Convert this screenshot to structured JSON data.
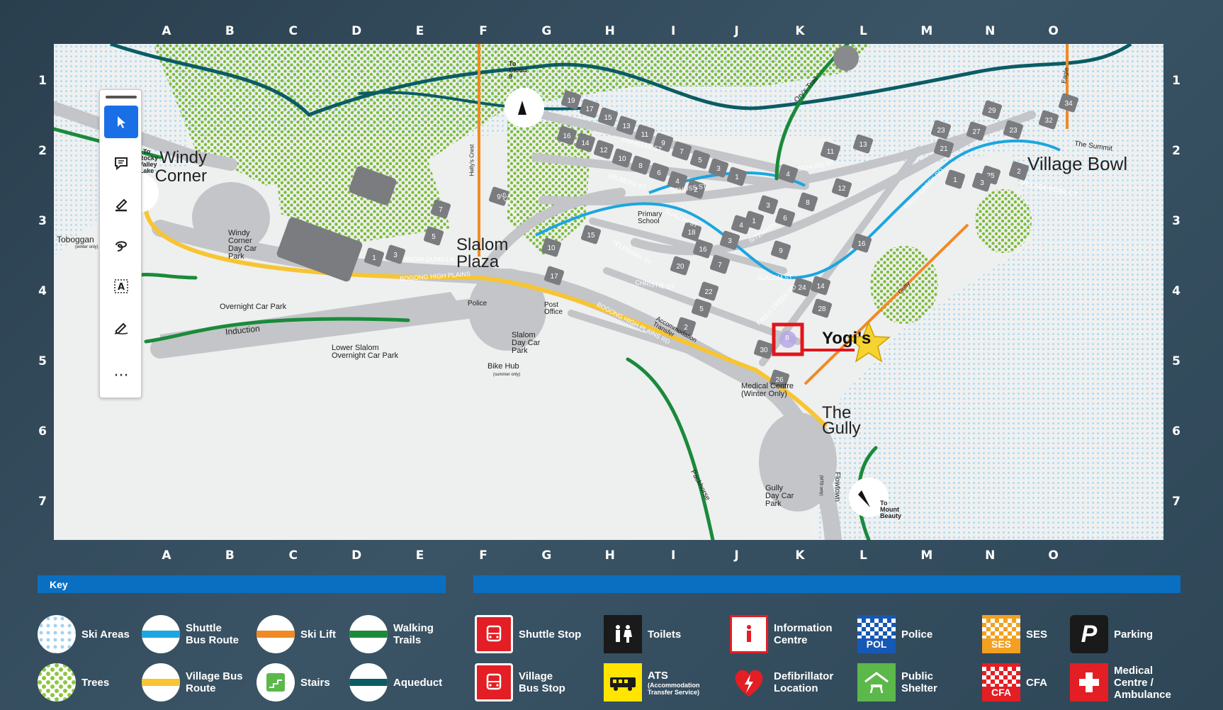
{
  "grid": {
    "columns": [
      "A",
      "B",
      "C",
      "D",
      "E",
      "F",
      "G",
      "H",
      "I",
      "J",
      "K",
      "L",
      "M",
      "N",
      "O"
    ],
    "rows": [
      "1",
      "2",
      "3",
      "4",
      "5",
      "6",
      "7"
    ]
  },
  "map": {
    "places": {
      "windy_corner": "Windy\nCorner",
      "slalom_plaza": "Slalom\nPlaza",
      "village_bowl": "Village Bowl",
      "the_gully": "The\nGully",
      "yogis": "Yogi's"
    },
    "labels": {
      "to_rocky_valley_lake": "To\nRocky\nValley\nLake",
      "to_cloud_9": "To\nCloud\n9",
      "to_mount_beauty": "To\nMount\nBeauty",
      "toboggan": "Toboggan",
      "toboggan_sub": "(winter only)",
      "windy_corner_car_park": "Windy\nCorner\nDay Car\nPark",
      "overnight_car_park": "Overnight Car Park",
      "induction": "Induction",
      "lower_slalom": "Lower Slalom\nOvernight Car Park",
      "slalom_day_car_park": "Slalom\nDay Car\nPark",
      "bike_hub": "Bike Hub",
      "bike_hub_sub": "(summer only)",
      "police": "Police",
      "post_office": "Post\nOffice",
      "primary_school": "Primary\nSchool",
      "accommodation_transfer": "Accommodation\nTransfer",
      "medical_centre": "Medical Centre\n(Winter Only)",
      "gully_day_car_park": "Gully\nDay Car\nPark",
      "packhorse": "Packhorse",
      "flowtown": "Flowtown",
      "flowtown_sub": "(MTB only)",
      "orys_trail": "Ory's Trail",
      "the_summit": "The Summit",
      "eagle": "Eagle",
      "gully": "Gully",
      "hellys_crest": "Helly's Crest",
      "parallel_st": "PARALLEL ST",
      "arlberg_st": "ARLBERG ST",
      "schuss_st": "SCHUSS ST",
      "slalom_st": "SLALOM ST",
      "telemark_st": "TELEMARK ST",
      "christie_st": "CHRISTIE ST",
      "sitzmark": "SITZMARK",
      "falls_creek_rd": "FALLS CREEK RD",
      "village_bowl_ct": "VILLAGE BOWL CT",
      "snow_gums_ln": "SNOW GUMS LN",
      "bogong_high_plains": "BOGONG HIGH PLAINS",
      "bogong_high_plains_rd": "BOGONG HIGH PLAINS RD"
    },
    "lot_numbers": [
      "19",
      "17",
      "15",
      "13",
      "11",
      "9",
      "7",
      "5",
      "3",
      "1",
      "16",
      "14",
      "12",
      "10",
      "8",
      "6",
      "4",
      "2",
      "23",
      "25",
      "7",
      "5",
      "3",
      "1",
      "4",
      "3",
      "1",
      "10",
      "9",
      "17",
      "15",
      "18",
      "16",
      "20",
      "22",
      "24",
      "28",
      "30",
      "26",
      "34",
      "32",
      "29",
      "27",
      "21",
      "13",
      "2",
      "3",
      "1",
      "6",
      "11",
      "12",
      "8",
      "9",
      "14",
      "16",
      "4",
      "3",
      "7",
      "5",
      "2",
      "23"
    ],
    "selection_lot": "8",
    "colors": {
      "ski_area_dots": "#9fd3ef",
      "trees": "#8cc63f",
      "walking_trail": "#1a8a3a",
      "aqueduct": "#0b5c63",
      "shuttle_route": "#1ba6e0",
      "village_bus": "#f7c531",
      "ski_lift": "#f08a24",
      "lot": "#7a7c7f",
      "road": "#c7c9cb",
      "highlight": "#e3141b"
    }
  },
  "toolbar": {
    "tools": [
      "select-icon",
      "comment-icon",
      "highlighter-icon",
      "lasso-icon",
      "text-select-icon",
      "signature-icon"
    ],
    "more": "···"
  },
  "key": {
    "title": "Key",
    "items": [
      {
        "label": "Ski Areas"
      },
      {
        "label": "Shuttle\nBus Route"
      },
      {
        "label": "Ski Lift"
      },
      {
        "label": "Walking\nTrails"
      },
      {
        "label": "Trees"
      },
      {
        "label": "Village Bus\nRoute"
      },
      {
        "label": "Stairs"
      },
      {
        "label": "Aqueduct"
      },
      {
        "label": "Shuttle Stop"
      },
      {
        "label": "Toilets"
      },
      {
        "label": "Information\nCentre"
      },
      {
        "label": "Police"
      },
      {
        "label": "SES"
      },
      {
        "label": "Parking"
      },
      {
        "label": "Village\nBus Stop"
      },
      {
        "label": "ATS"
      },
      {
        "label": "(Accommodation\nTransfer Service)"
      },
      {
        "label": "Defibrillator\nLocation"
      },
      {
        "label": "Public\nShelter"
      },
      {
        "label": "CFA"
      },
      {
        "label": "Medical\nCentre /\nAmbulance"
      }
    ],
    "badges": {
      "pol": "POL",
      "ses": "SES",
      "cfa": "CFA",
      "p": "P"
    }
  }
}
